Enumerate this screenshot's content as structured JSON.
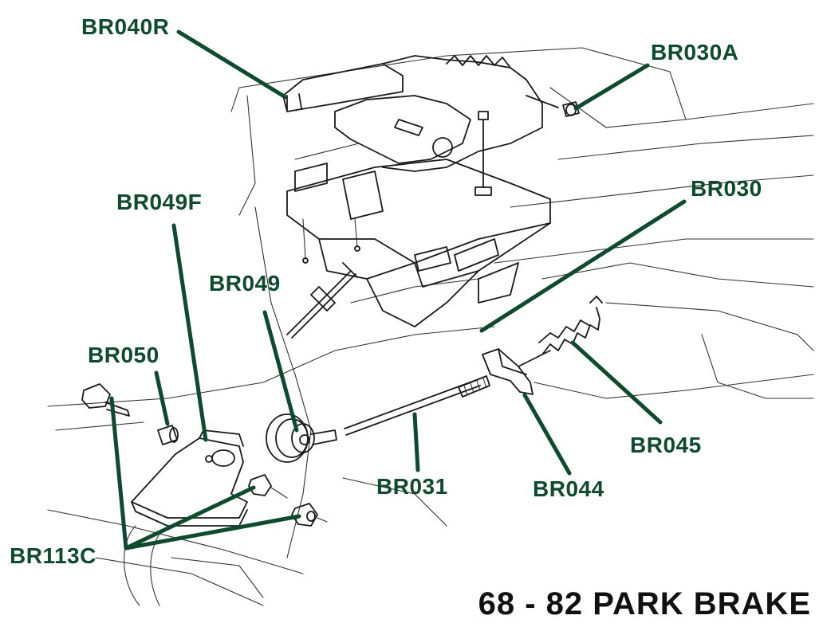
{
  "caption": "68 - 82 PARK BRAKE",
  "colors": {
    "label": "#0d4a2e",
    "caption": "#111111",
    "line_art": "#1a1a1a"
  },
  "labels": {
    "br040r": "BR040R",
    "br030a": "BR030A",
    "br030": "BR030",
    "br049f": "BR049F",
    "br049": "BR049",
    "br050": "BR050",
    "br045": "BR045",
    "br031": "BR031",
    "br044": "BR044",
    "br113c": "BR113C"
  }
}
